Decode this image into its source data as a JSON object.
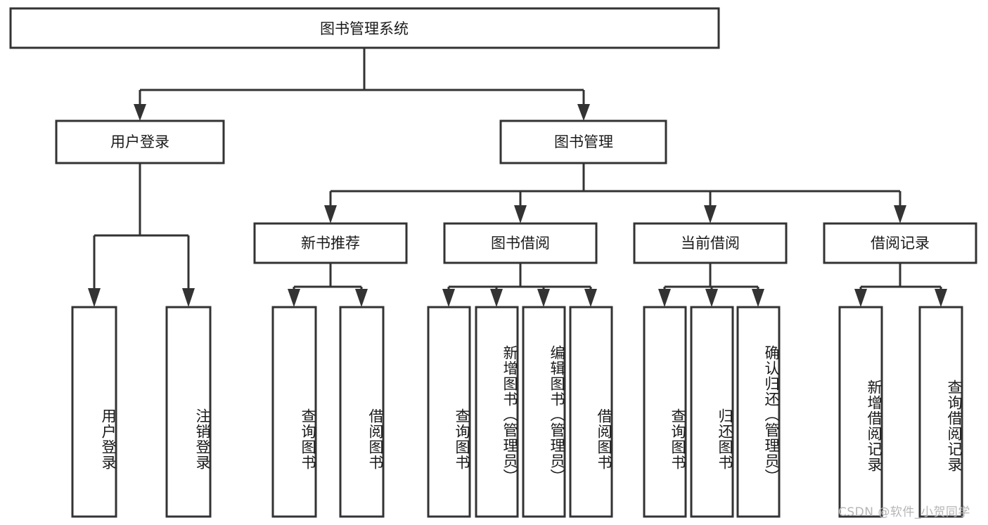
{
  "diagram": {
    "title": "图书管理系统",
    "type": "tree-hierarchy",
    "root": {
      "label": "图书管理系统"
    },
    "level2": [
      {
        "label": "用户登录"
      },
      {
        "label": "图书管理"
      }
    ],
    "level3": [
      {
        "label": "新书推荐"
      },
      {
        "label": "图书借阅"
      },
      {
        "label": "当前借阅"
      },
      {
        "label": "借阅记录"
      }
    ],
    "leaves": {
      "user_login": [
        {
          "label": "用户登录"
        },
        {
          "label": "注销登录"
        }
      ],
      "new_book_recommend": [
        {
          "label": "查询图书"
        },
        {
          "label": "借阅图书"
        }
      ],
      "book_borrow": [
        {
          "label": "查询图书"
        },
        {
          "label": "新增图书（管理员）"
        },
        {
          "label": "编辑图书（管理员）"
        },
        {
          "label": "借阅图书"
        }
      ],
      "current_borrow": [
        {
          "label": "查询图书"
        },
        {
          "label": "归还图书"
        },
        {
          "label": "确认归还（管理员）"
        }
      ],
      "borrow_record": [
        {
          "label": "新增借阅记录"
        },
        {
          "label": "查询借阅记录"
        }
      ]
    }
  },
  "watermark": {
    "text": "CSDN @软件_小贺同学"
  },
  "colors": {
    "box_stroke": "#333333",
    "box_fill": "#ffffff",
    "text": "#1a1a1a",
    "watermark": "#b6b6b6",
    "background": "#ffffff"
  }
}
